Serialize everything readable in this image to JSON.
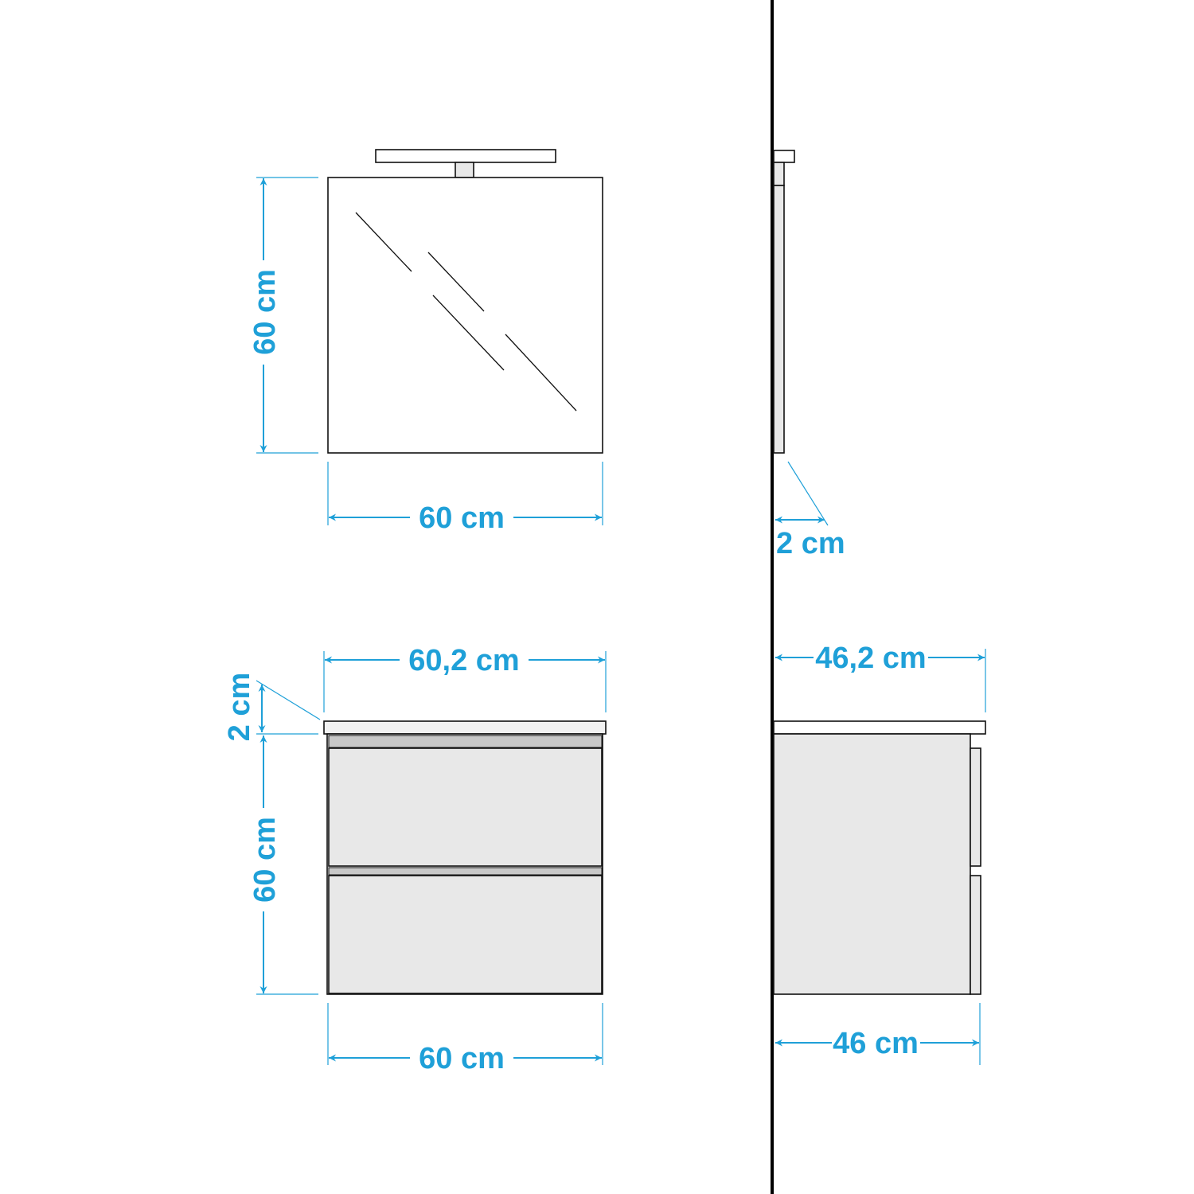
{
  "colors": {
    "dimension": "#1fa0d8",
    "outline": "#111111",
    "panel": "#e8e8e8",
    "strip": "#c8c8c8"
  },
  "mirror": {
    "height_label": "60 cm",
    "width_label": "60 cm",
    "depth_label": "2 cm"
  },
  "cabinet": {
    "top_width_label": "60,2 cm",
    "top_thickness_label": "2 cm",
    "height_label": "60 cm",
    "width_label": "60 cm",
    "top_depth_label": "46,2 cm",
    "depth_label": "46 cm"
  }
}
